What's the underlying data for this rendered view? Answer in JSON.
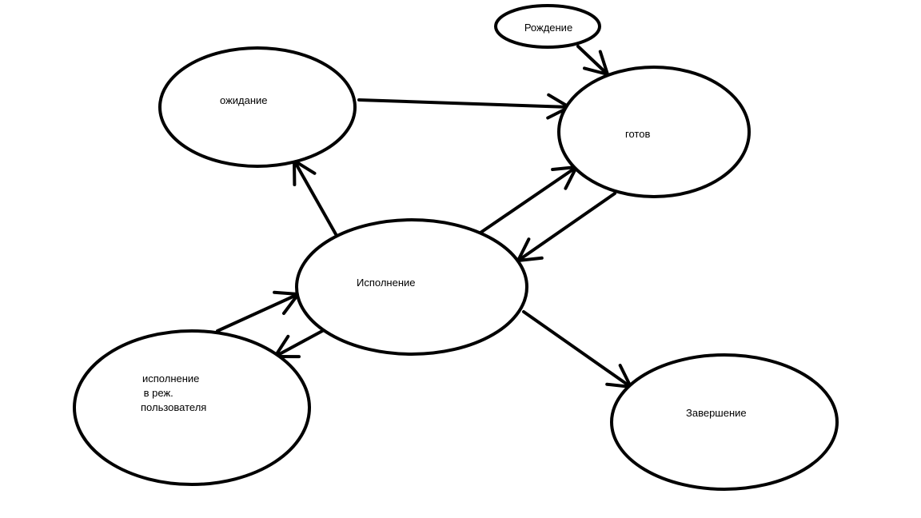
{
  "diagram": {
    "nodes": [
      {
        "id": "birth",
        "label": "Рождение"
      },
      {
        "id": "waiting",
        "label": "ожидание"
      },
      {
        "id": "ready",
        "label": "готов"
      },
      {
        "id": "running",
        "label": "Исполнение"
      },
      {
        "id": "user_mode",
        "label_lines": [
          "исполнение",
          " в реж.",
          "пользователя"
        ]
      },
      {
        "id": "termination",
        "label": "Завершение"
      }
    ],
    "edges": [
      {
        "from": "birth",
        "to": "ready"
      },
      {
        "from": "waiting",
        "to": "ready"
      },
      {
        "from": "running",
        "to": "ready"
      },
      {
        "from": "ready",
        "to": "running"
      },
      {
        "from": "running",
        "to": "waiting"
      },
      {
        "from": "user_mode",
        "to": "running"
      },
      {
        "from": "running",
        "to": "user_mode"
      },
      {
        "from": "running",
        "to": "termination"
      }
    ]
  }
}
